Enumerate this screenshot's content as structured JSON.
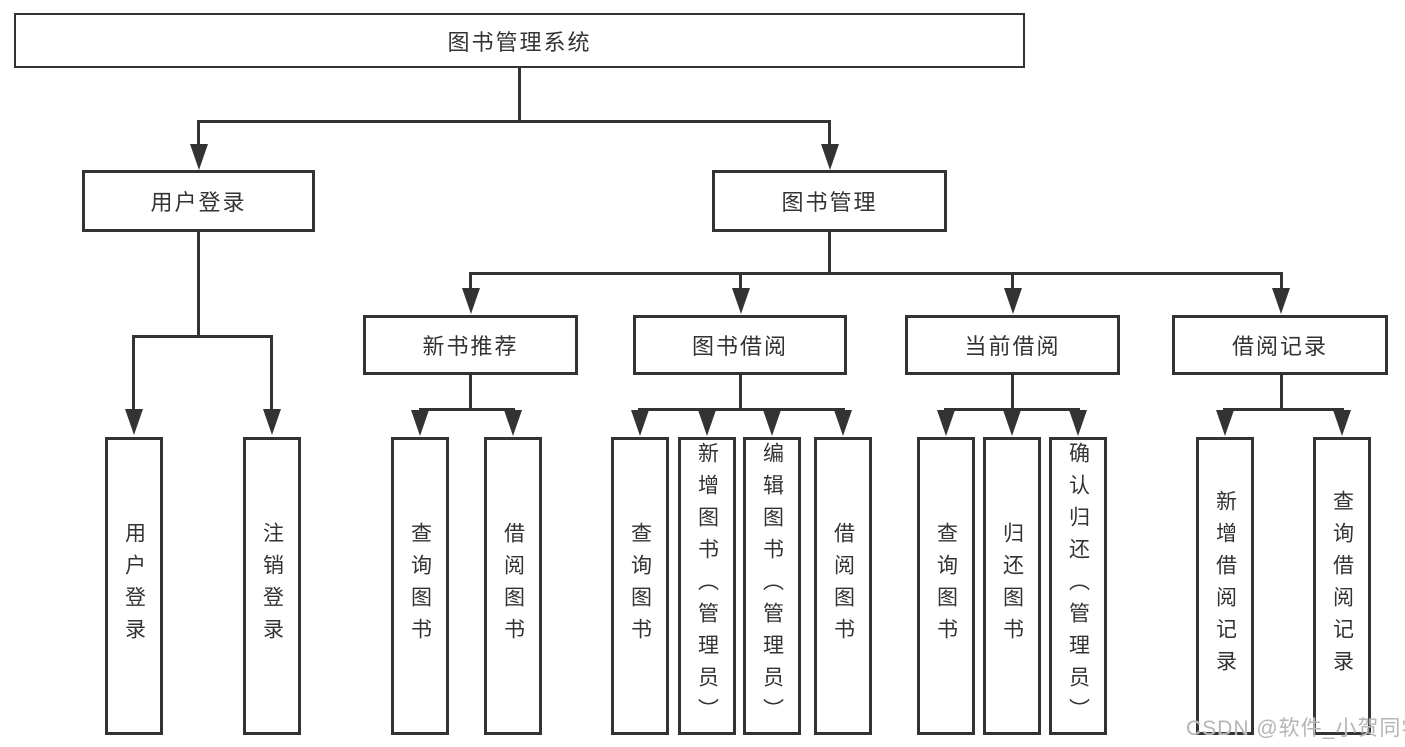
{
  "diagram": {
    "root": {
      "label": "图书管理系统"
    },
    "children": [
      {
        "label": "用户登录",
        "children": [
          "用户登录",
          "注销登录"
        ]
      },
      {
        "label": "图书管理",
        "children": [
          {
            "label": "新书推荐",
            "children": [
              "查询图书",
              "借阅图书"
            ]
          },
          {
            "label": "图书借阅",
            "children": [
              "查询图书",
              "新增图书（管理员）",
              "编辑图书（管理员）",
              "借阅图书"
            ]
          },
          {
            "label": "当前借阅",
            "children": [
              "查询图书",
              "归还图书",
              "确认归还（管理员）"
            ]
          },
          {
            "label": "借阅记录",
            "children": [
              "新增借阅记录",
              "查询借阅记录"
            ]
          }
        ]
      }
    ]
  },
  "watermark": "CSDN @软件_小贺同学",
  "colors": {
    "line": "#333333",
    "text": "#333333",
    "watermark": "#b5b5b5",
    "background": "#ffffff"
  }
}
